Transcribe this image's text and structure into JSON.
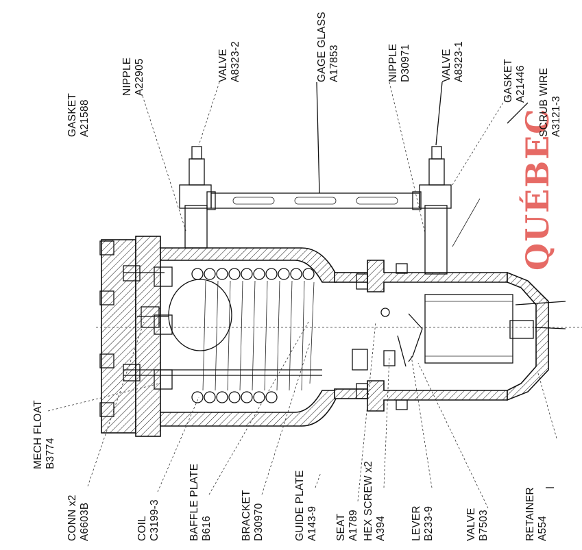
{
  "labels": [
    {
      "id": "mech-float",
      "lines": [
        "MECH FLOAT",
        "B3774"
      ]
    },
    {
      "id": "conn",
      "lines": [
        "CONN x2",
        "A6603B"
      ]
    },
    {
      "id": "coil",
      "lines": [
        "COIL",
        "C3199-3"
      ]
    },
    {
      "id": "baffle-plate",
      "lines": [
        "BAFFLE PLATE",
        "B616"
      ]
    },
    {
      "id": "bracket",
      "lines": [
        "BRACKET",
        "D30970"
      ]
    },
    {
      "id": "guide-plate",
      "lines": [
        "GUIDE PLATE",
        "A143-9"
      ]
    },
    {
      "id": "seat",
      "lines": [
        "SEAT",
        "A1789"
      ]
    },
    {
      "id": "hex-screw",
      "lines": [
        "HEX SCREW x2",
        "A394"
      ]
    },
    {
      "id": "lever",
      "lines": [
        "LEVER",
        "B233-9"
      ]
    },
    {
      "id": "valve-b7503",
      "lines": [
        "VALVE",
        "B7503"
      ]
    },
    {
      "id": "retainer",
      "lines": [
        "RETAINER",
        "A554"
      ]
    },
    {
      "id": "gasket-a21588",
      "lines": [
        "GASKET",
        "A21588"
      ]
    },
    {
      "id": "nipple-a22905",
      "lines": [
        "NIPPLE",
        "A22905"
      ]
    },
    {
      "id": "valve-a8323-2",
      "lines": [
        "VALVE",
        "A8323-2"
      ]
    },
    {
      "id": "gage-glass",
      "lines": [
        "GAGE GLASS",
        "A17853"
      ]
    },
    {
      "id": "nipple-d30971",
      "lines": [
        "NIPPLE",
        "D30971"
      ]
    },
    {
      "id": "valve-a8323-1",
      "lines": [
        "VALVE",
        "A8323-1"
      ]
    },
    {
      "id": "gasket-a21446",
      "lines": [
        "GASKET",
        "A21446"
      ]
    },
    {
      "id": "scrub-wire",
      "lines": [
        "SCRUB WIRE",
        "A3121-3"
      ]
    }
  ],
  "stamp": {
    "text": "QUÉBEC",
    "color": "#e0463f"
  }
}
